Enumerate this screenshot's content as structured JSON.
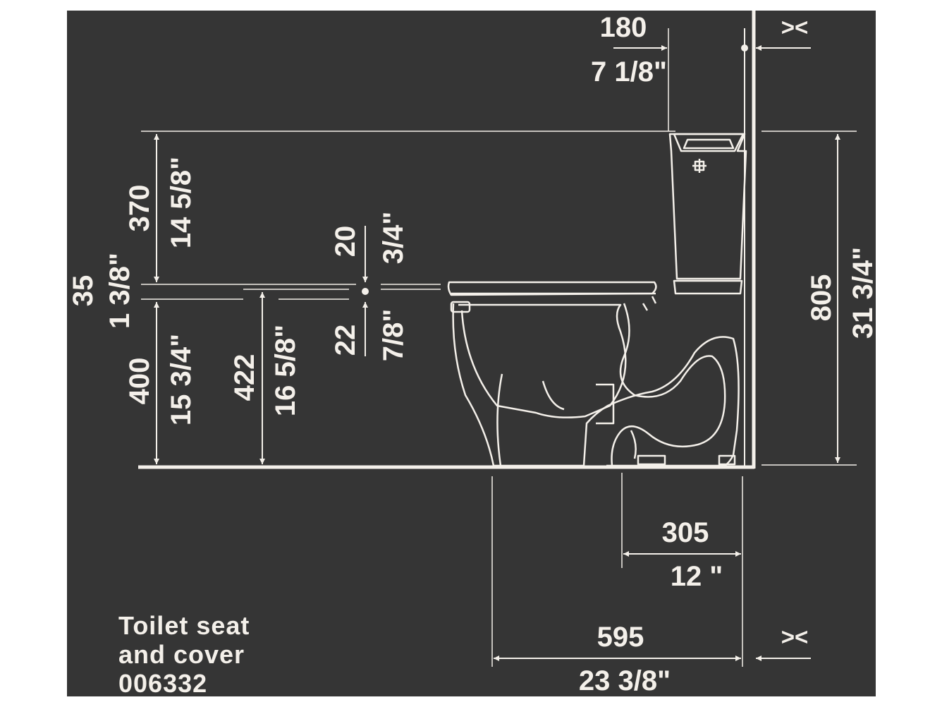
{
  "dimensions": {
    "tank_setback_mm": "180",
    "tank_setback_in": "7 1/8\"",
    "tank_height_mm": "370",
    "tank_height_in": "14 5/8\"",
    "seat_thickness_mm": "35",
    "seat_thickness_in": "1 3/8\"",
    "seat_gap_top_mm": "20",
    "seat_gap_top_in": "3/4\"",
    "seat_gap_bottom_mm": "22",
    "seat_gap_bottom_in": "7/8\"",
    "bowl_height_mm": "400",
    "bowl_height_in": "15 3/4\"",
    "seat_height_mm": "422",
    "seat_height_in": "16 5/8\"",
    "total_height_mm": "805",
    "total_height_in": "31 3/4\"",
    "rough_in_mm": "305",
    "rough_in_in": "12 \"",
    "depth_mm": "595",
    "depth_in": "23 3/8\"",
    "wall_marker_top": "><",
    "wall_marker_bottom": "><"
  },
  "note": {
    "line1": "Toilet seat",
    "line2": "and cover",
    "line3": "006332"
  },
  "colors": {
    "background": "#353535",
    "lines": "#f4f0ea"
  }
}
